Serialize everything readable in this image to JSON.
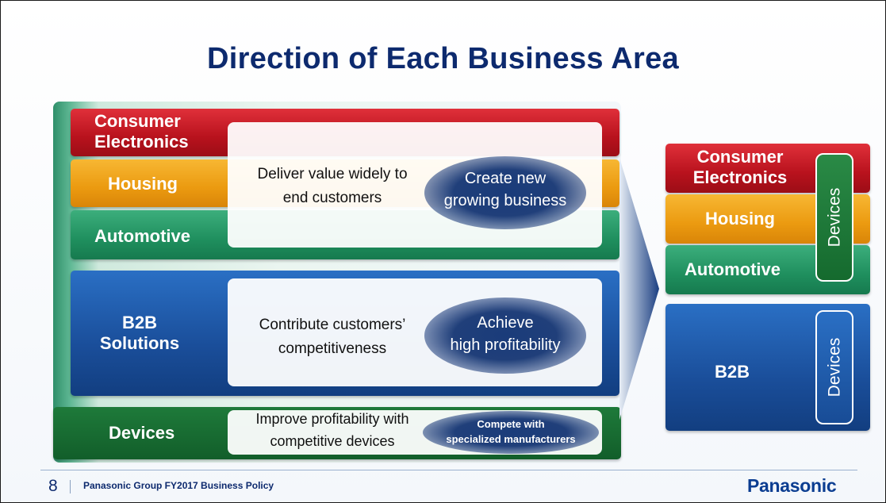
{
  "title": "Direction of Each Business Area",
  "left": {
    "bars": {
      "consumer_line1": "Consumer",
      "consumer_line2": "Electronics",
      "housing": "Housing",
      "automotive": "Automotive",
      "b2b_line1": "B2B",
      "b2b_line2": "Solutions",
      "devices": "Devices"
    },
    "consumer_group": {
      "text_line1": "Deliver value widely to",
      "text_line2": "end customers",
      "oval_line1": "Create new",
      "oval_line2": "growing business"
    },
    "b2b_group": {
      "text_line1": "Contribute  customers’",
      "text_line2": "competitiveness",
      "oval_line1": "Achieve",
      "oval_line2": "high profitability"
    },
    "devices_group": {
      "text_line1": "Improve profitability with",
      "text_line2": "competitive devices",
      "oval_line1": "Compete with",
      "oval_line2": "specialized manufacturers"
    }
  },
  "right": {
    "consumer_line1": "Consumer",
    "consumer_line2": "Electronics",
    "housing": "Housing",
    "automotive": "Automotive",
    "b2b": "B2B",
    "devices_tag_1": "Devices",
    "devices_tag_2": "Devices"
  },
  "footer": {
    "page_number": "8",
    "policy": "Panasonic Group FY2017 Business Policy",
    "brand": "Panasonic"
  }
}
